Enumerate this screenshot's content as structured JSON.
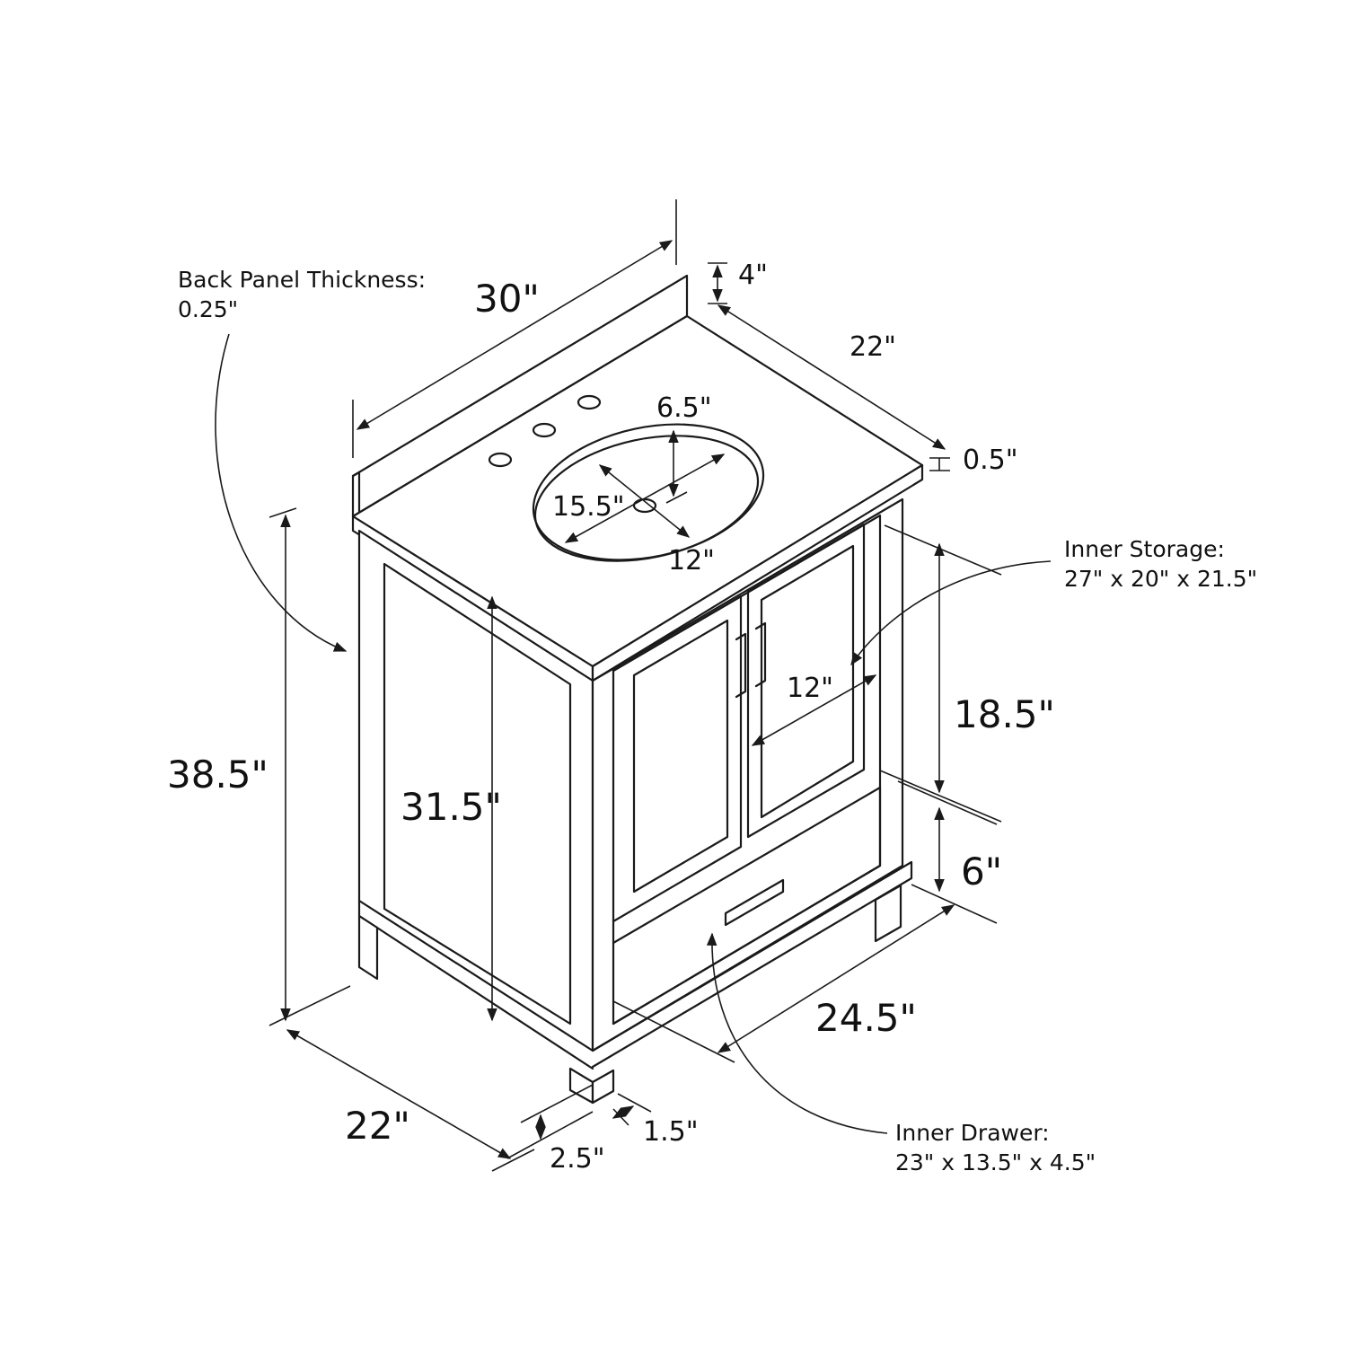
{
  "diagram": {
    "type": "product-dimension-drawing",
    "subject": "bathroom vanity with top, oval sink, two doors and drawer",
    "line_color": "#1a1a1a",
    "background": "#ffffff"
  },
  "callouts": {
    "back_panel": {
      "title": "Back Panel Thickness:",
      "value": "0.25\""
    },
    "inner_storage": {
      "title": "Inner Storage:",
      "value": "27\" x 20\" x 21.5\""
    },
    "inner_drawer": {
      "title": "Inner Drawer:",
      "value": "23\" x 13.5\" x 4.5\""
    }
  },
  "dimensions": {
    "top_width": "30\"",
    "backsplash_height": "4\"",
    "top_depth": "22\"",
    "top_thickness": "0.5\"",
    "sink_depth": "6.5\"",
    "sink_length": "15.5\"",
    "sink_width": "12\"",
    "overall_height": "38.5\"",
    "cabinet_height": "31.5\"",
    "door_opening_width": "12\"",
    "door_height": "18.5\"",
    "drawer_height": "6\"",
    "cabinet_width": "24.5\"",
    "base_depth": "22\"",
    "leg_height": "2.5\"",
    "leg_width": "1.5\""
  }
}
